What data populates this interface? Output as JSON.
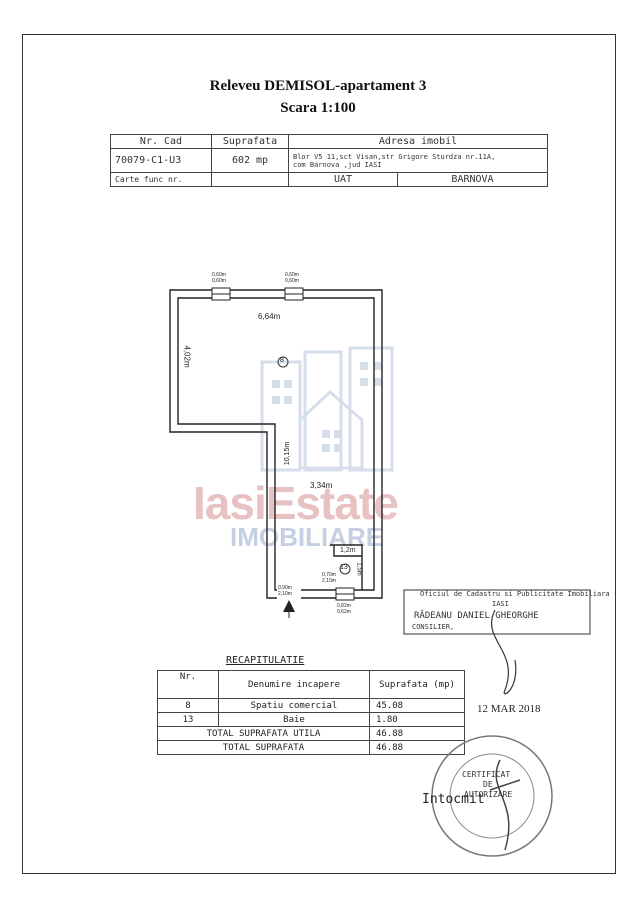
{
  "document": {
    "title_line1": "Releveu  DEMISOL-apartament 3",
    "title_line2": "Scara 1:100"
  },
  "header_table": {
    "col1_header": "Nr. Cad",
    "col2_header": "Suprafata",
    "col3_header": "Adresa imobil",
    "nr_cad": "70079-C1-U3",
    "suprafata": "602 mp",
    "adresa_line1": "Blor V5 11,sct Visan,str Grigore Sturdza nr.11A,",
    "adresa_line2": "com Barnova ,jud IASI",
    "carte_label": "Carte func nr.",
    "uat_label": "UAT",
    "uat_value": "BARNOVA"
  },
  "plan": {
    "dim_top": "6,64m",
    "dim_left": "4,02m",
    "dim_vertical": "10,15m",
    "dim_width": "3,34m",
    "dim_bath_width": "1,2m",
    "dim_bath_height": "1,5m",
    "room_8": "8",
    "room_13": "13",
    "win1_top": "0,60m",
    "win1_bottom": "0,60m",
    "win2_top": "0,60m",
    "win2_bottom": "0,60m",
    "door_top": "0,90m",
    "door_bottom": "2,10m",
    "bath_window_top": "0,70m",
    "bath_window_bottom": "2,10m",
    "win3_top": "0,82m",
    "win3_bottom": "0,62m"
  },
  "recap": {
    "title": "RECAPITULATIE",
    "col_nr": "Nr.",
    "col_denumire": "Denumire incapere",
    "col_suprafata": "Suprafata (mp)",
    "rows": [
      {
        "nr": "8",
        "name": "Spatiu comercial",
        "area": "45.08"
      },
      {
        "nr": "13",
        "name": "Baie",
        "area": "1.80"
      }
    ],
    "total_utila_label": "TOTAL  SUPRAFATA  UTILA",
    "total_utila": "46.88",
    "total_label": "TOTAL  SUPRAFATA",
    "total": "46.88"
  },
  "stamps": {
    "office_line1": "Oficiul de Cadastru si Publicitate Imobiliara",
    "office_line2": "IASI",
    "official_name": "RĂDEANU DANIEL GHEORGHE",
    "official_role": "CONSILIER,",
    "date": "12 MAR 2018",
    "intocmit": "Intocmit",
    "cert_line1": "CERTIFICAT",
    "cert_line2": "DE",
    "cert_line3": "AUTORIZARE"
  },
  "watermark": {
    "brand": "IasiEstate",
    "sub": "IMOBILIARE"
  }
}
